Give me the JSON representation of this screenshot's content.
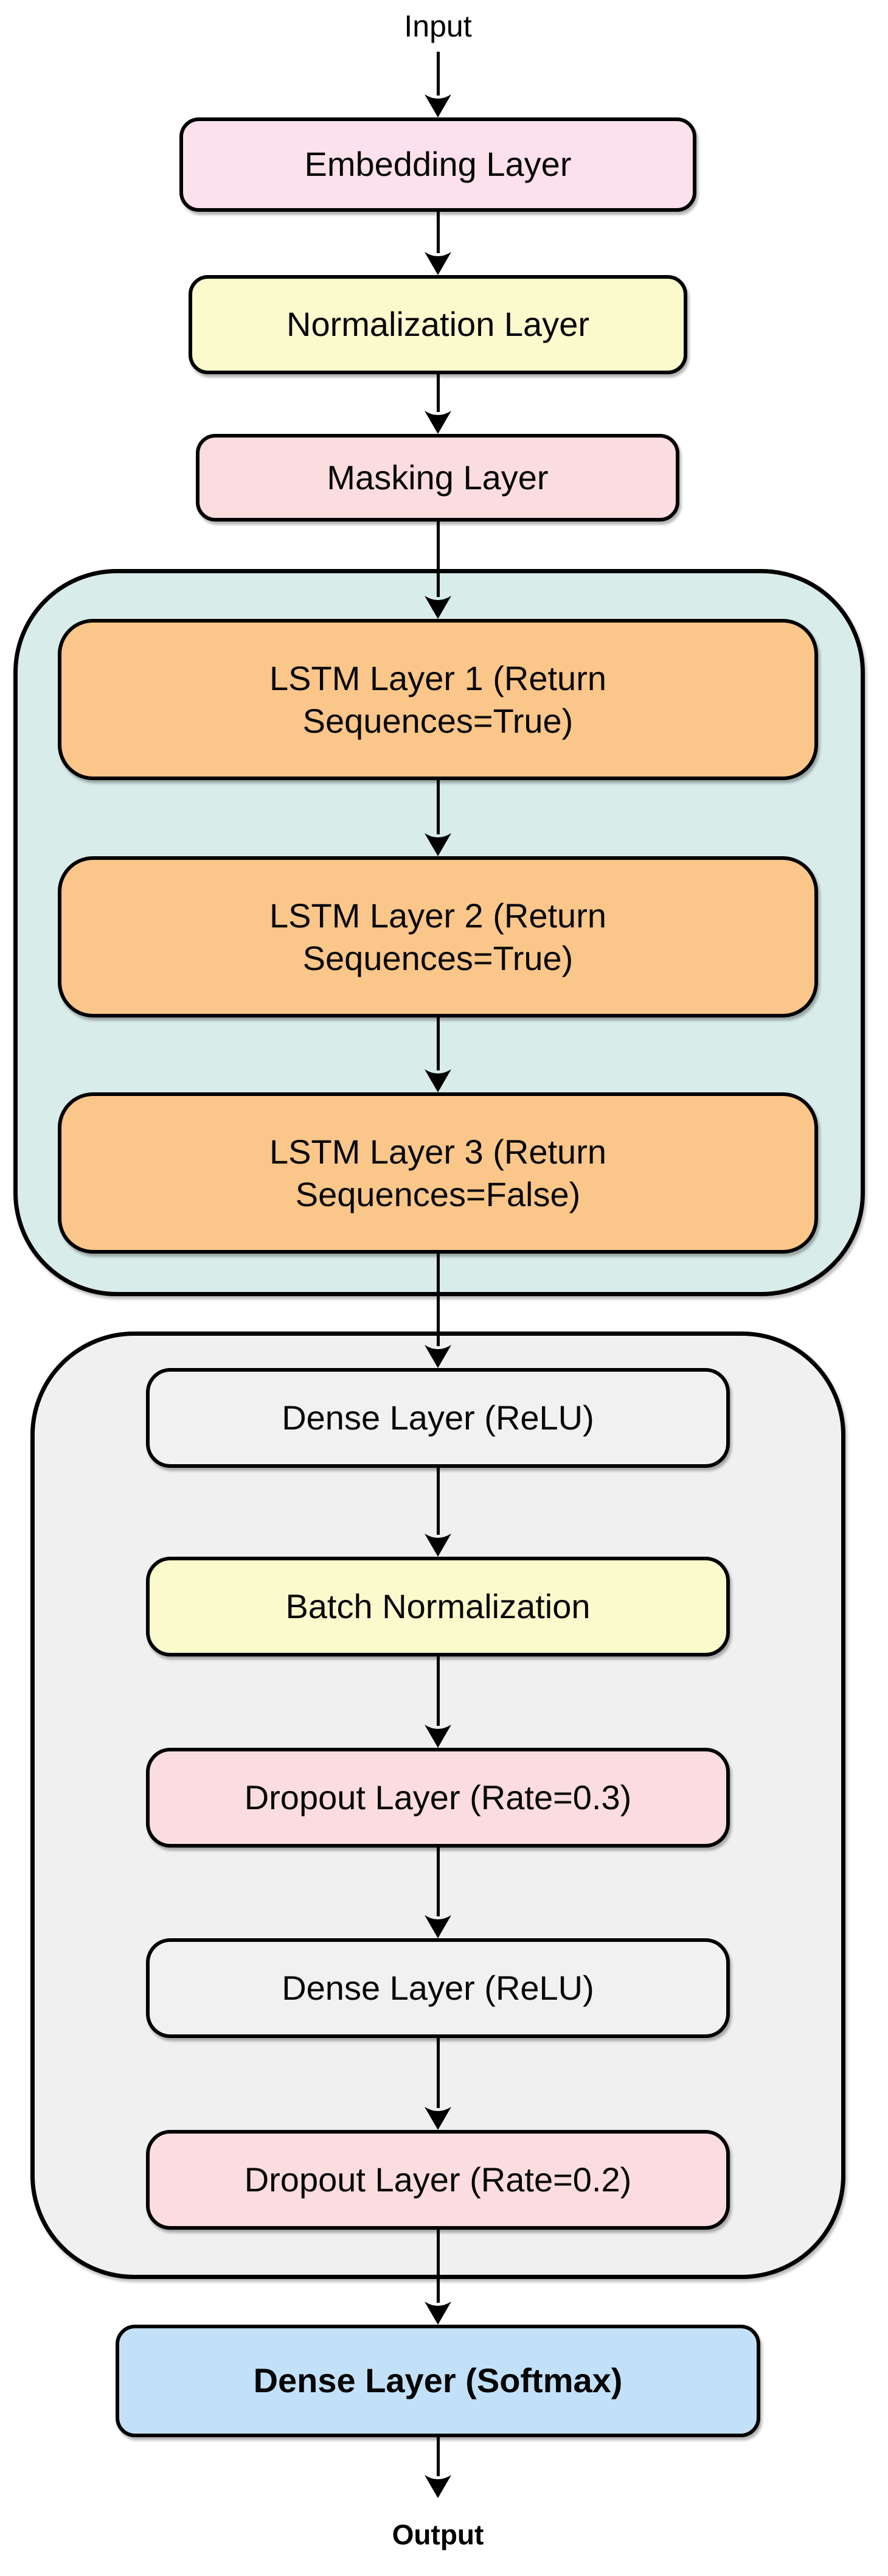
{
  "diagram": {
    "input_label": "Input",
    "output_label": "Output",
    "nodes": {
      "embedding": {
        "label": "Embedding Layer",
        "fill": "#fce1ec"
      },
      "normalization": {
        "label": "Normalization Layer",
        "fill": "#fbfacc"
      },
      "masking": {
        "label": "Masking Layer",
        "fill": "#fbdcdf"
      },
      "lstm1": {
        "line1": "LSTM Layer 1 (Return",
        "line2": "Sequences=True)",
        "fill": "#fbc689"
      },
      "lstm2": {
        "line1": "LSTM Layer 2 (Return",
        "line2": "Sequences=True)",
        "fill": "#fbc689"
      },
      "lstm3": {
        "line1": "LSTM Layer 3 (Return",
        "line2": "Sequences=False)",
        "fill": "#fbc689"
      },
      "dense1": {
        "label": "Dense Layer (ReLU)",
        "fill": "#f1f1f1"
      },
      "batch_norm": {
        "label": "Batch Normalization",
        "fill": "#fbfacc"
      },
      "dropout1": {
        "label": "Dropout Layer (Rate=0.3)",
        "fill": "#fbdcdf"
      },
      "dense2": {
        "label": "Dense Layer (ReLU)",
        "fill": "#f1f1f1"
      },
      "dropout2": {
        "label": "Dropout Layer (Rate=0.2)",
        "fill": "#fbdcdf"
      },
      "softmax": {
        "label": "Dense Layer (Softmax)",
        "fill": "#c2e1f8"
      }
    },
    "containers": {
      "lstm_block_fill": "#d8ecea",
      "dense_block_fill": "#f0f0f0"
    },
    "stroke_color": "#000000",
    "background_color": "#ffffff"
  }
}
